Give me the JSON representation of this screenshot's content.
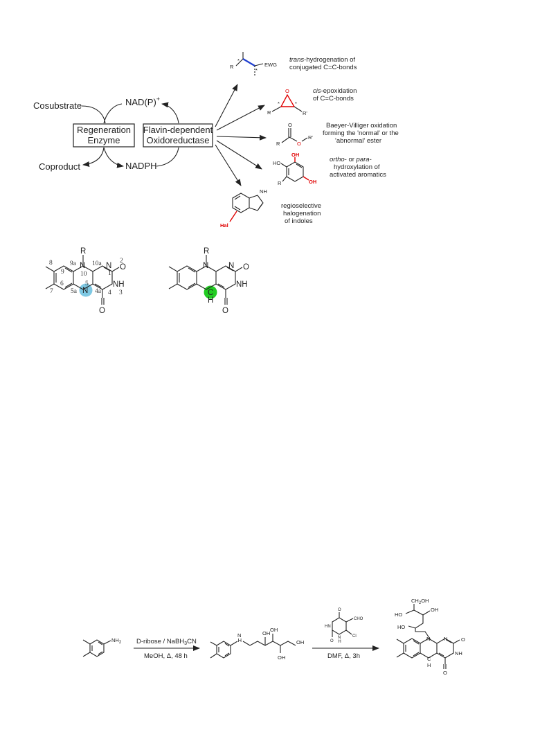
{
  "cycle": {
    "left_box": {
      "line1": "Regeneration",
      "line2": "Enzyme"
    },
    "right_box": {
      "line1": "Flavin-dependent",
      "line2": "Oxidoreductase"
    },
    "cosubstrate": "Cosubstrate",
    "coproduct": "Coproduct",
    "nadp_plus": "NAD(P)",
    "nadp_plus_sup": "+",
    "nadph": "NADPH"
  },
  "reactions": [
    {
      "italic": "trans",
      "line1_rest": "-hydrogenation of",
      "line2": "conjugated C=C-bonds",
      "labels": {
        "r": "R",
        "ewg": "EWG",
        "star": "*"
      }
    },
    {
      "italic": "cis",
      "line1_rest": "-epoxidation",
      "line2": "of C=C-bonds",
      "labels": {
        "r": "R",
        "r2": "R'",
        "o": "O",
        "star": "*"
      }
    },
    {
      "line1": "Baeyer-Villiger oxidation",
      "line2": "forming the 'normal' or the",
      "line3": "'abnormal' ester",
      "labels": {
        "r": "R",
        "r2": "R'",
        "o": "O"
      }
    },
    {
      "italic1": "ortho",
      "mid": "- or ",
      "italic2": "para",
      "rest": "-",
      "line2": "hydroxylation of",
      "line3": "activated aromatics",
      "labels": {
        "ho": "HO",
        "oh": "OH",
        "r": "R"
      }
    },
    {
      "line1": "regioselective",
      "line2": "halogenation",
      "line3": "of indoles",
      "labels": {
        "hal": "Hal",
        "nh": "H",
        "n": "N"
      }
    }
  ],
  "flavin_numbered": {
    "r": "R",
    "n10": "N",
    "n5": "N",
    "n1": "N",
    "o2": "O",
    "nh3": "NH",
    "o4": "O",
    "pos": {
      "p8": "8",
      "p9a": "9a",
      "p10a": "10a",
      "p2": "2",
      "p9": "9",
      "p10": "10",
      "p1": "1",
      "p6": "6",
      "p7": "7",
      "p5a": "5a",
      "p5": "5",
      "p4a": "4a",
      "p4": "4",
      "p3": "3"
    },
    "highlight_color": "#7ec8e3"
  },
  "deazaflavin": {
    "r": "R",
    "n": "N",
    "n1": "N",
    "o2": "O",
    "nh": "NH",
    "o4": "O",
    "c": "C",
    "h": "H",
    "highlight_color": "#22cc22"
  },
  "synthesis": {
    "amine": "NH",
    "amine_sub": "2",
    "step1_top": "D-ribose / NaBH",
    "step1_top_sub": "3",
    "step1_top_tail": "CN",
    "step1_bottom": "MeOH, Δ, 48 h",
    "intermediate": {
      "nh": "H",
      "n": "N",
      "oh1": "OH",
      "oh2": "OH",
      "oh3": "OH",
      "oh4": "OH"
    },
    "reagent": {
      "o": "O",
      "hn": "HN",
      "cho": "CHO",
      "o2": "O",
      "n": "N",
      "h": "H",
      "cl": "Cl"
    },
    "step2_bottom": "DMF, Δ, 3h",
    "product": {
      "ch2oh": "CH",
      "ch2oh_sub": "2",
      "ch2oh_tail": "OH",
      "ho1": "HO",
      "oh1": "OH",
      "ho2": "HO",
      "n": "N",
      "n1": "N",
      "o2": "O",
      "nh": "NH",
      "o4": "O",
      "c": "C",
      "h": "H"
    }
  }
}
